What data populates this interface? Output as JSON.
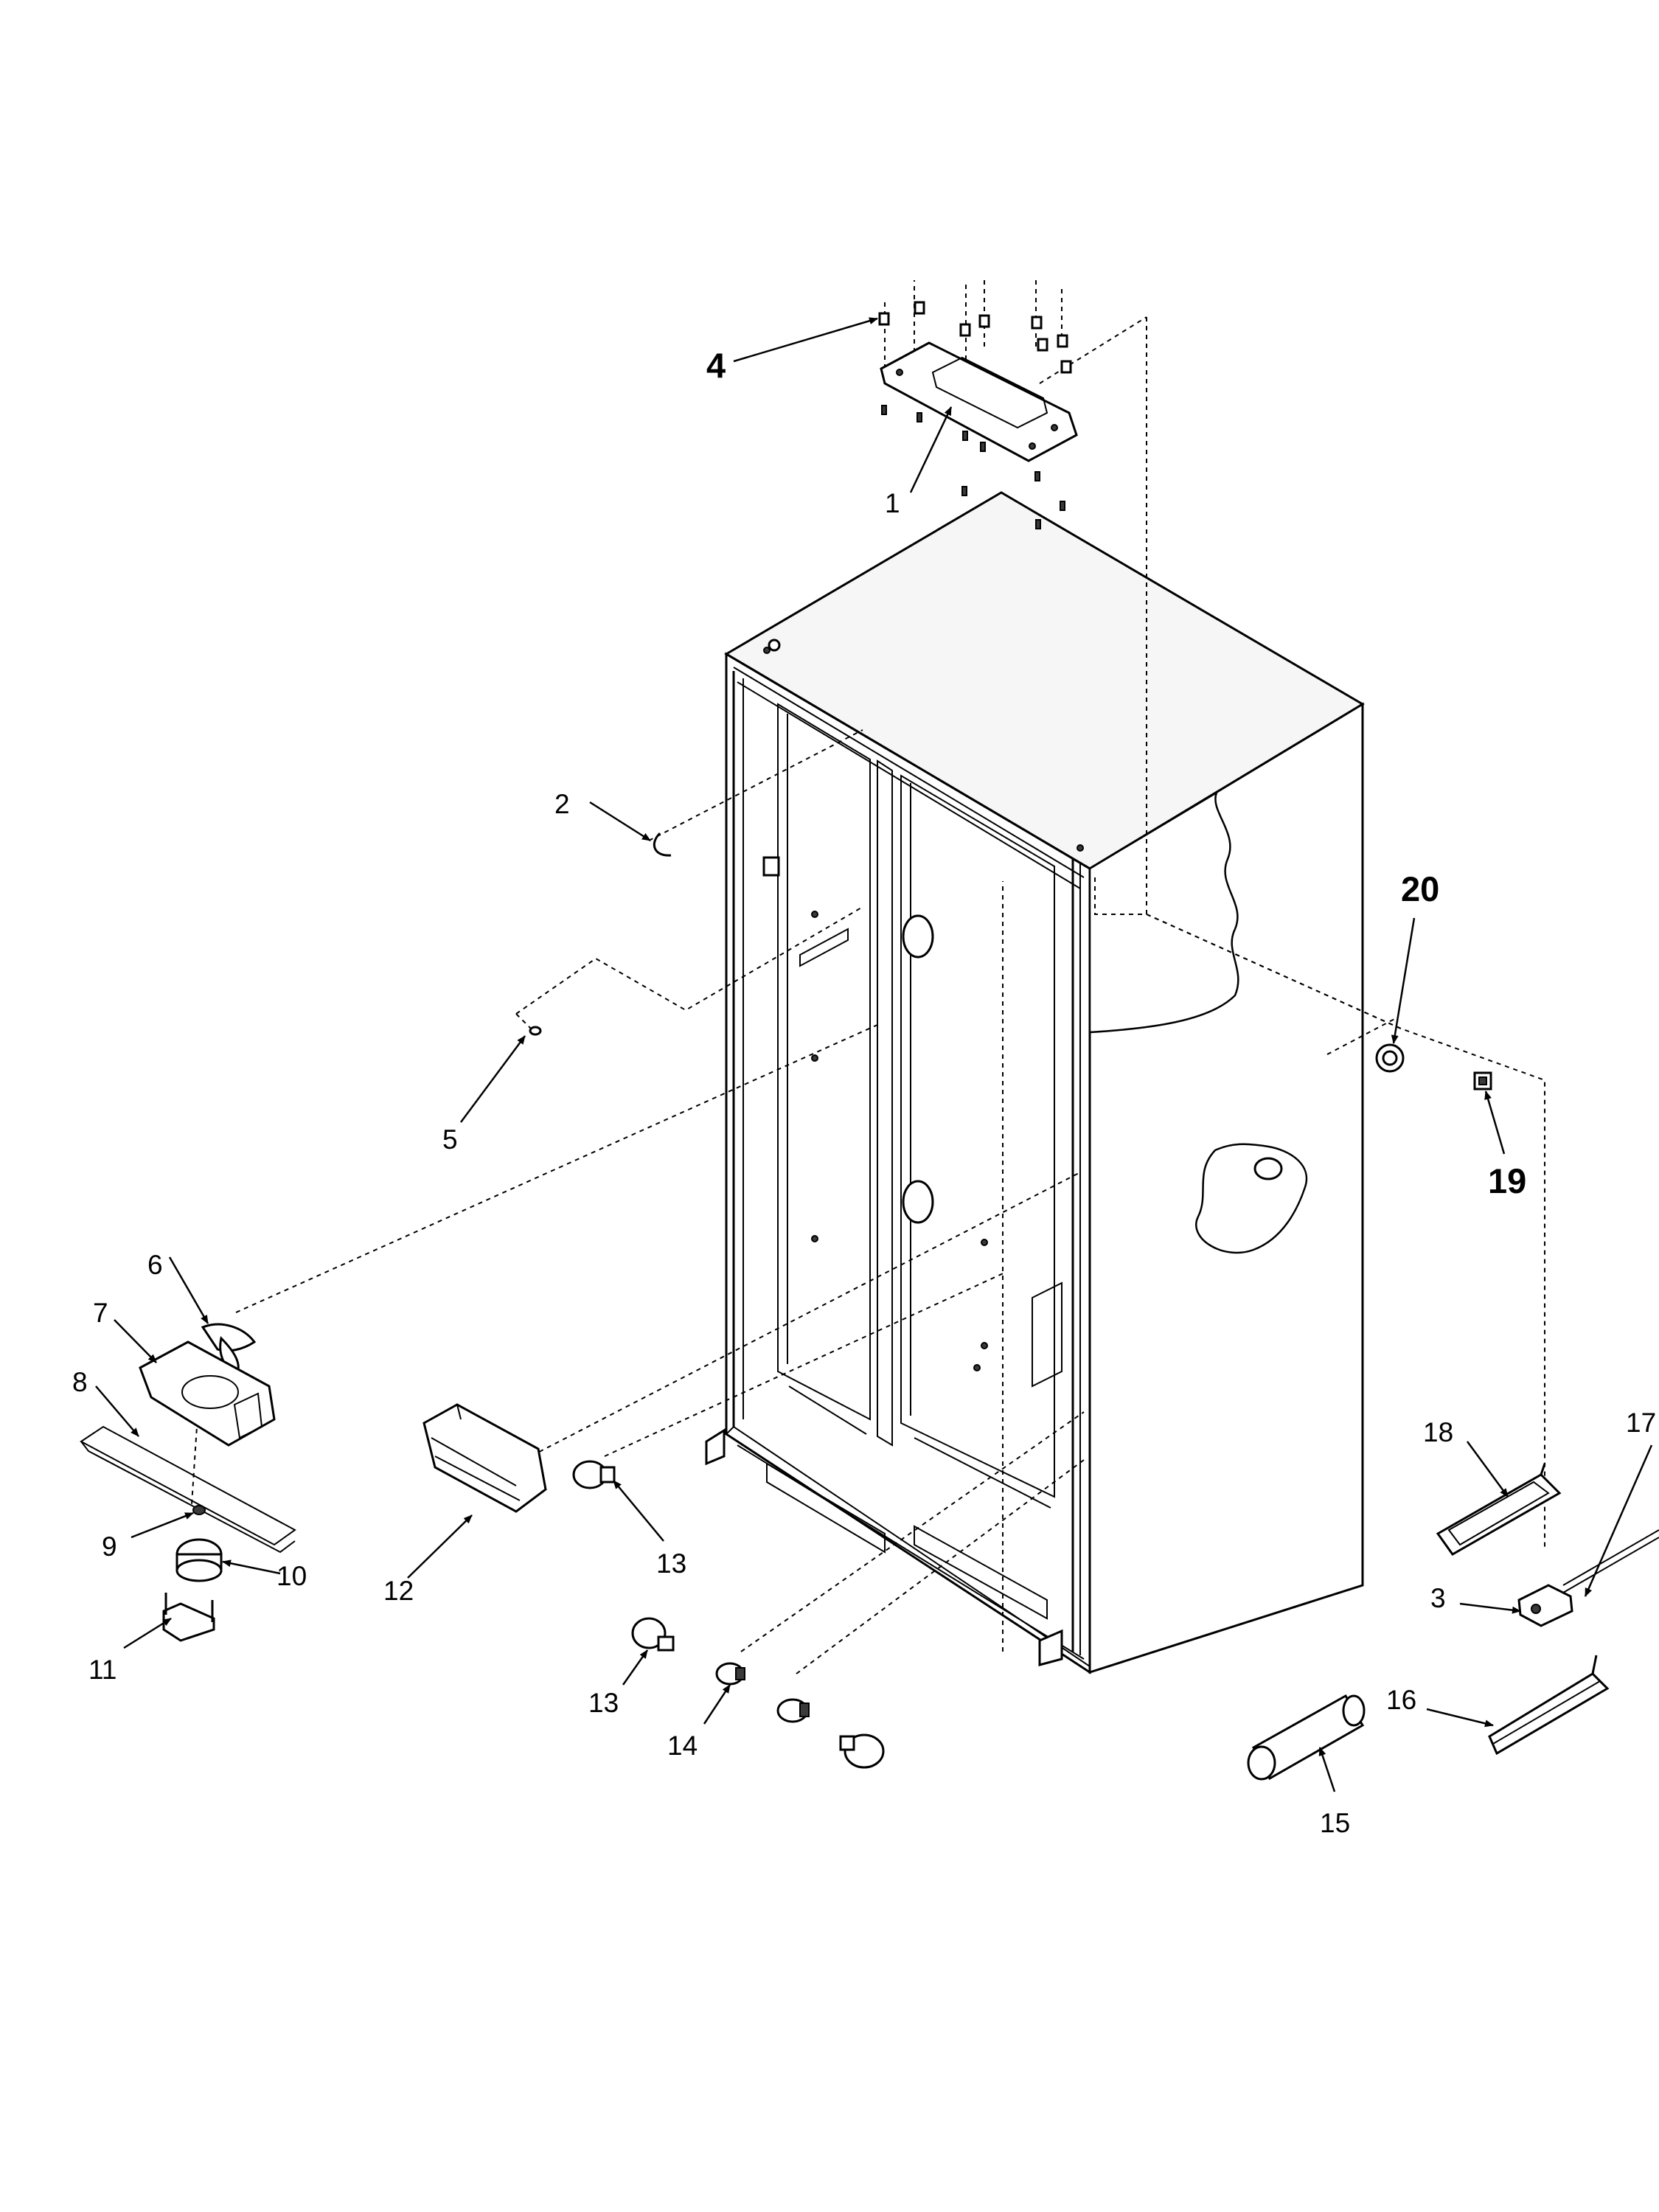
{
  "diagram": {
    "callouts": [
      {
        "id": "1",
        "text": "1"
      },
      {
        "id": "2",
        "text": "2"
      },
      {
        "id": "3",
        "text": "3"
      },
      {
        "id": "4",
        "text": "4"
      },
      {
        "id": "5",
        "text": "5"
      },
      {
        "id": "6",
        "text": "6"
      },
      {
        "id": "7",
        "text": "7"
      },
      {
        "id": "8",
        "text": "8"
      },
      {
        "id": "9",
        "text": "9"
      },
      {
        "id": "10",
        "text": "10"
      },
      {
        "id": "11",
        "text": "11"
      },
      {
        "id": "12",
        "text": "12"
      },
      {
        "id": "13a",
        "text": "13"
      },
      {
        "id": "13b",
        "text": "13"
      },
      {
        "id": "14",
        "text": "14"
      },
      {
        "id": "15",
        "text": "15"
      },
      {
        "id": "16",
        "text": "16"
      },
      {
        "id": "17",
        "text": "17"
      },
      {
        "id": "18",
        "text": "18"
      },
      {
        "id": "19",
        "text": "19"
      },
      {
        "id": "20",
        "text": "20"
      }
    ]
  }
}
